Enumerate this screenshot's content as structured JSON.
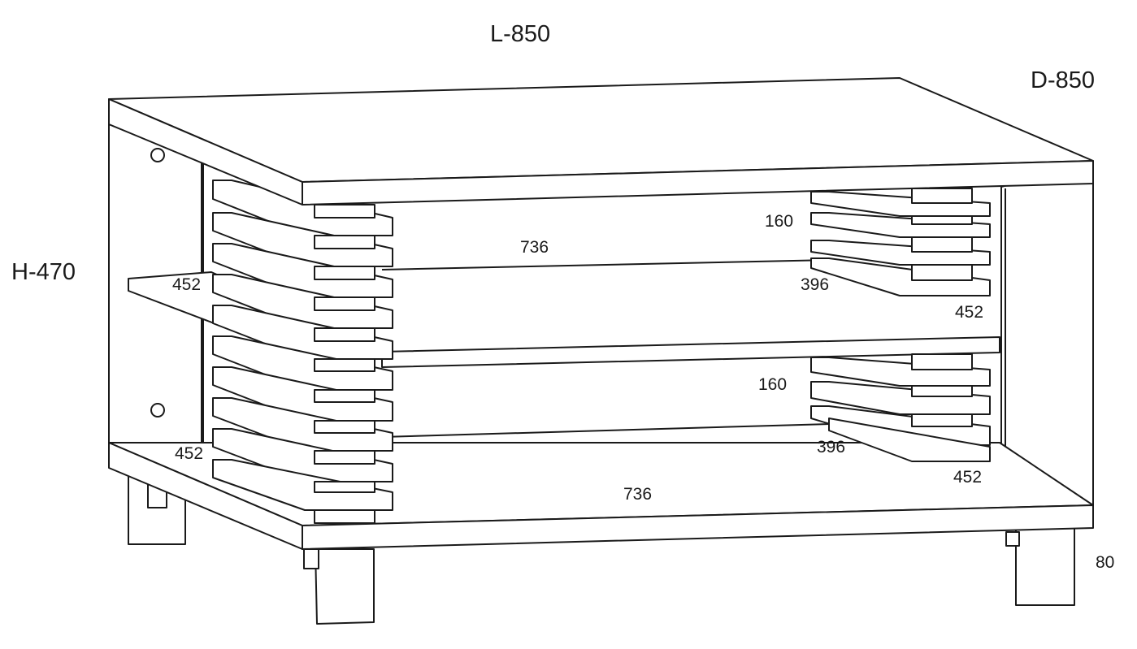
{
  "diagram": {
    "subject": "coffee-table-with-shelves",
    "dimensions": {
      "length": "L-850",
      "depth": "D-850",
      "height": "H-470",
      "leg_height": "80"
    },
    "shelf_labels": {
      "upper_shelf_width": "736",
      "lower_shelf_width": "736",
      "left_upper_depth": "452",
      "left_lower_depth": "452",
      "right_upper_depth": "452",
      "right_lower_depth": "452",
      "right_upper_rack_width": "160",
      "right_lower_rack_width": "160",
      "right_upper_rack_depth": "396",
      "right_lower_rack_depth": "396"
    }
  }
}
